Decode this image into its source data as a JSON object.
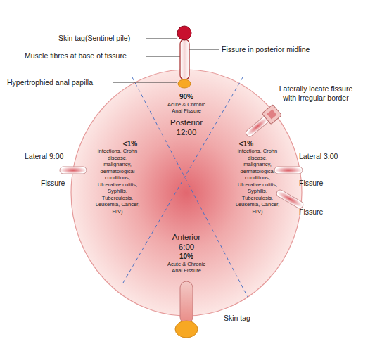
{
  "diagram": {
    "nodes": [
      {
        "text": [
          "90%",
          "Acute & Chronic Anal Fissure",
          "Posterior",
          "12:00",
          "<1%",
          "infections, Crohn disease, malignancy, dermatological conditions, Ulcerative colitis, Syphilis, Tuberculosis, Leukemia, Cancer, HIV)",
          "<1%",
          "infections, Crohn disease, malignancy, dermatological conditions, Ulcerative colitis, Syphilis, Tuberculosis, Leukemia, Cancer, HIV)",
          "Anterior",
          "6:00",
          "10%",
          "Acute & Chronic Anal Fissure"
        ]
      }
    ],
    "labels": [
      "Skin tag(Sentinel pile)",
      "Muscle fibres at base of fissure",
      "Fissure in posterior midline",
      "Hypertrophied anal papilla",
      "Laterally locate fissure with irregular border",
      "Lateral 9:00",
      "Fissure",
      "Lateral 3:00",
      "Fissure",
      "Fissure",
      "Skin tag"
    ]
  }
}
